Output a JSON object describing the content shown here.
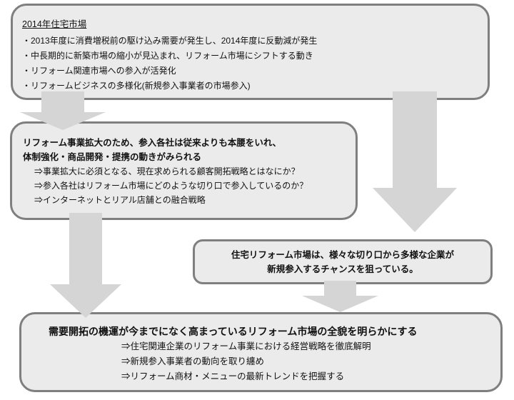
{
  "colors": {
    "background": "#ffffff",
    "box_fill": "#ebebeb",
    "box_border": "#7f7f7f",
    "arrow_fill": "#d5d5d5",
    "text": "#111111"
  },
  "icons": {
    "down_arrow": "⬇"
  },
  "top_box": {
    "title": "2014年住宅市場",
    "bullets": [
      "・2013年度に消費増税前の駆け込み需要が発生し、2014年度に反動減が発生",
      "・中長期的に新築市場の縮小が見込まれ、リフォーム市場にシフトする動き",
      "・リフォーム関連市場への参入が活発化",
      "・リフォームビジネスの多様化(新規参入事業者の市場参入)"
    ]
  },
  "strategy_box": {
    "heading_line1": "リフォーム事業拡大のため、参入各社は従来よりも本腰をいれ、",
    "heading_line2": "体制強化・商品開発・提携の動きがみられる",
    "items": [
      "⇒事業拡大に必須となる、現在求められる顧客開拓戦略とはなにか？",
      "⇒参入各社はリフォーム市場にどのような切り口で参入しているのか？",
      "⇒インターネットとリアル店舗との融合戦略"
    ]
  },
  "opportunity_box": {
    "line1": "住宅リフォーム市場は、様々な切り口から多様な企業が",
    "line2": "新規参入するチャンスを狙っている。"
  },
  "conclusion_box": {
    "title": "需要開拓の機運が今までになく高まっているリフォーム市場の全貌を明らかにする",
    "items": [
      "⇒住宅関連企業のリフォーム事業における経営戦略を徹底解明",
      "⇒新規参入事業者の動向を取り纏め",
      "⇒リフォーム商材・メニューの最新トレンドを把握する"
    ]
  }
}
